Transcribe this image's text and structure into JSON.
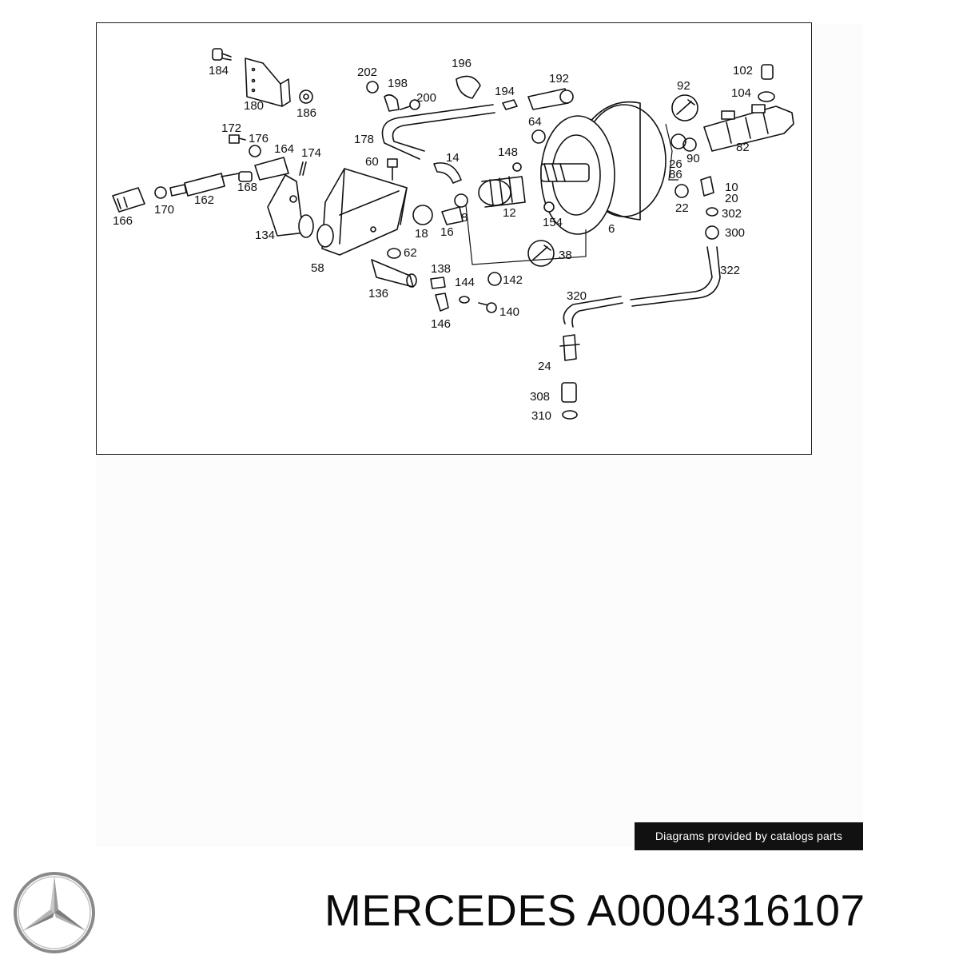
{
  "diagram": {
    "part_numbers": [
      "184",
      "180",
      "186",
      "202",
      "198",
      "200",
      "196",
      "194",
      "192",
      "102",
      "104",
      "92",
      "172",
      "176",
      "164",
      "174",
      "178",
      "60",
      "14",
      "148",
      "64",
      "26",
      "86",
      "90",
      "82",
      "166",
      "170",
      "162",
      "168",
      "134",
      "18",
      "16",
      "8",
      "12",
      "154",
      "6",
      "22",
      "10",
      "20",
      "302",
      "300",
      "58",
      "62",
      "138",
      "144",
      "142",
      "136",
      "146",
      "140",
      "38",
      "322",
      "320",
      "24",
      "308",
      "310"
    ]
  },
  "credit": {
    "text": "Diagrams provided by catalogs parts"
  },
  "brand": {
    "title": "MERCEDES A0004316107",
    "logo_icon": "three-pointed-star-icon"
  },
  "colors": {
    "line": "#111111",
    "credit_bg": "#111111",
    "credit_text": "#ffffff",
    "logo": "#8a8a8a"
  }
}
